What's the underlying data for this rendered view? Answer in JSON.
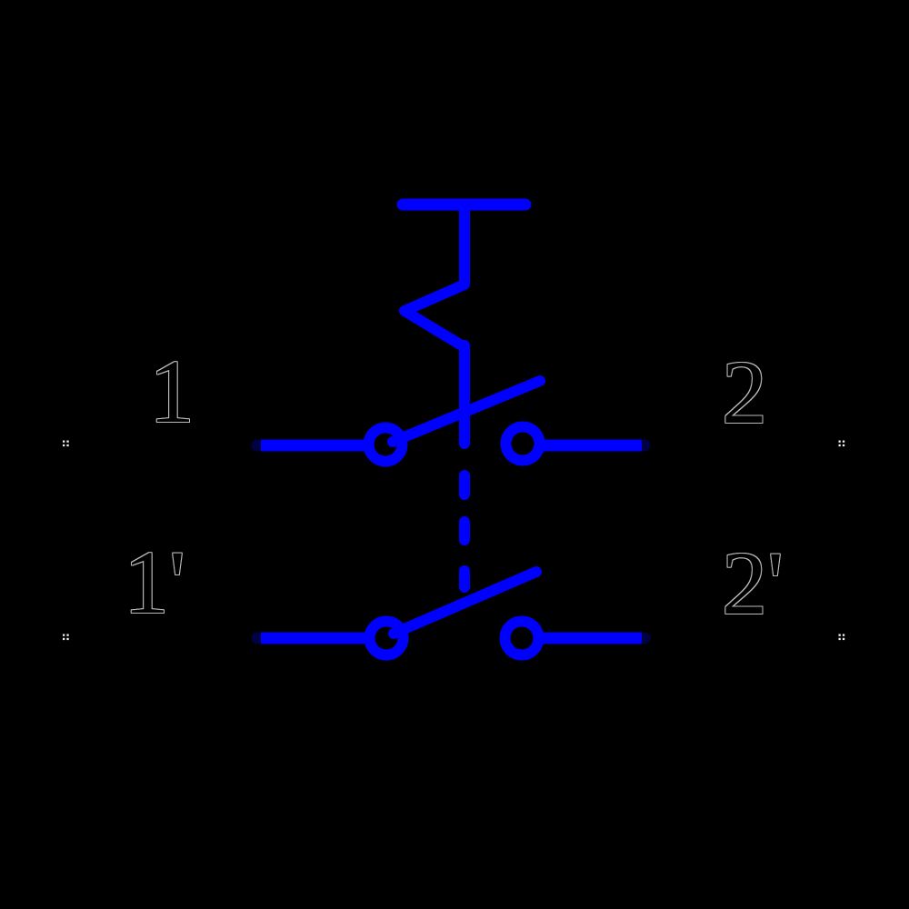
{
  "labels": {
    "pole1_left": "1",
    "pole1_right": "2",
    "pole2_left": "1'",
    "pole2_right": "2'"
  },
  "colors": {
    "background": "#000000",
    "symbol": "#0000ff",
    "label_fill": "#000000",
    "label_outline": "#bababa",
    "wire_end_cap": "#000044",
    "pin_marker_dots": "#f0f0f0"
  },
  "symbol_parts": {
    "actuator": [
      "thermal-bar-icon",
      "thermal-stem-icon",
      "thermal-zigzag-icon"
    ],
    "linkage": "mechanical-linkage-dashed-line",
    "pole1": [
      "pole1-left-wire",
      "pole1-left-contact-circle",
      "pole1-switch-lever",
      "pole1-right-contact-circle",
      "pole1-right-wire"
    ],
    "pole2": [
      "pole2-left-wire",
      "pole2-left-contact-circle",
      "pole2-switch-lever",
      "pole2-right-contact-circle",
      "pole2-right-wire"
    ]
  }
}
